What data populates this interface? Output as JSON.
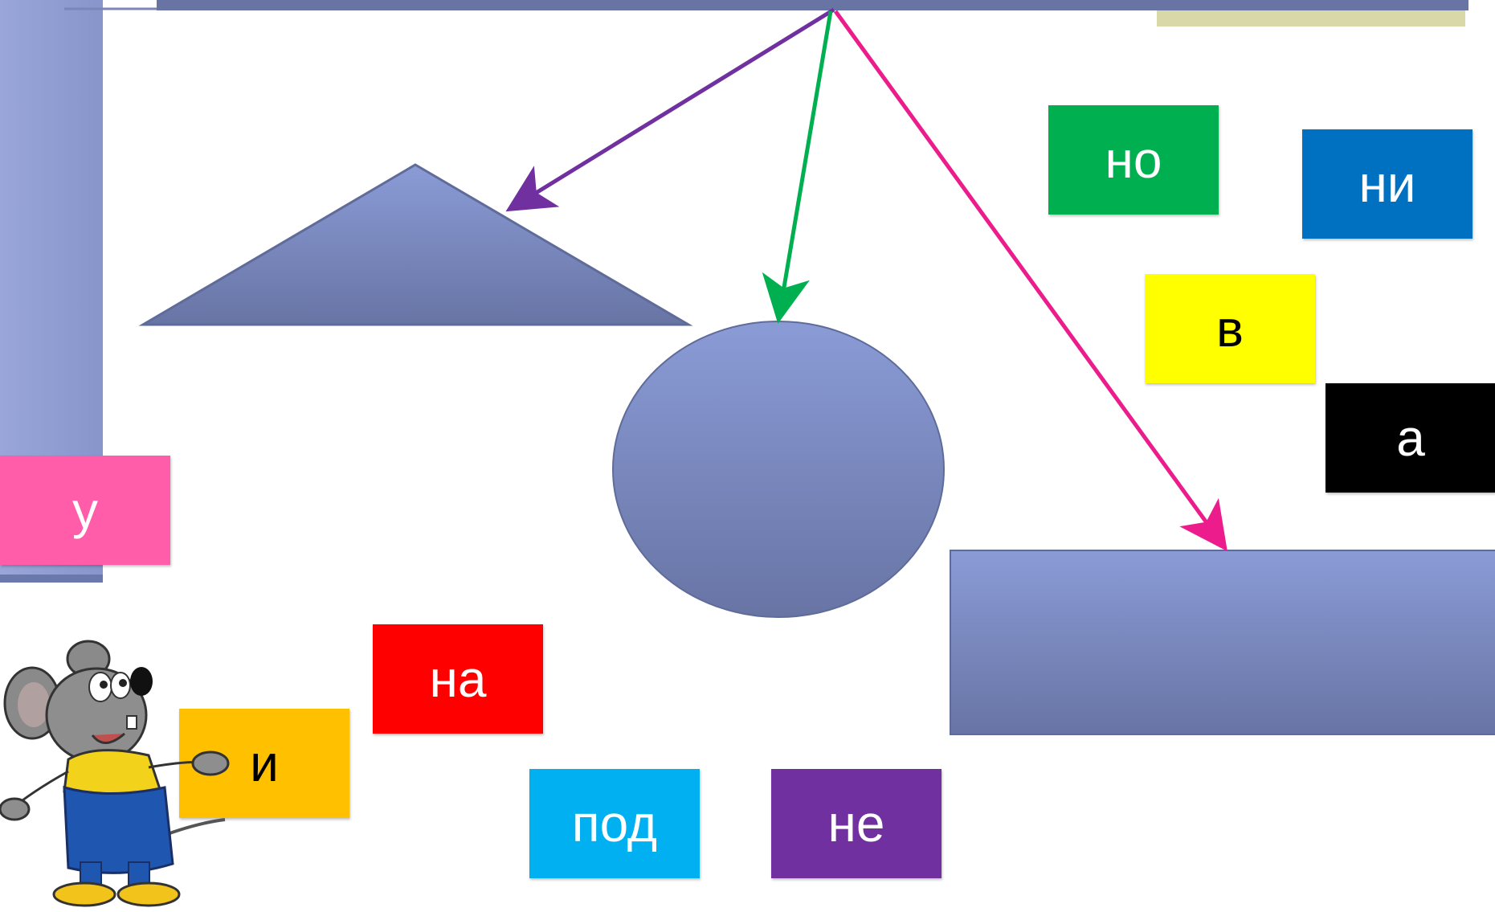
{
  "colors": {
    "shape_top": "#8a9bd6",
    "shape_bottom": "#6874a4",
    "shape_stroke": "#5f6b99",
    "arrow_purple": "#7030a0",
    "arrow_green": "#00b050",
    "arrow_pink": "#ec1c8c",
    "bar_tan": "#d8d8a8"
  },
  "tiles": [
    {
      "id": "no",
      "label": "но",
      "bg": "#00b050",
      "fg": "#ffffff"
    },
    {
      "id": "ni",
      "label": "ни",
      "bg": "#0070c0",
      "fg": "#ffffff"
    },
    {
      "id": "v",
      "label": "в",
      "bg": "#ffff00",
      "fg": "#000000"
    },
    {
      "id": "a",
      "label": "а",
      "bg": "#000000",
      "fg": "#ffffff"
    },
    {
      "id": "u",
      "label": "у",
      "bg": "#ff5caa",
      "fg": "#ffffff"
    },
    {
      "id": "na",
      "label": "на",
      "bg": "#ff0000",
      "fg": "#ffffff"
    },
    {
      "id": "i",
      "label": "и",
      "bg": "#ffc000",
      "fg": "#000000"
    },
    {
      "id": "pod",
      "label": "под",
      "bg": "#00b0f0",
      "fg": "#ffffff"
    },
    {
      "id": "ne",
      "label": "не",
      "bg": "#7030a0",
      "fg": "#ffffff"
    }
  ],
  "icons": {
    "mascot": "cartoon-mouse-icon"
  }
}
